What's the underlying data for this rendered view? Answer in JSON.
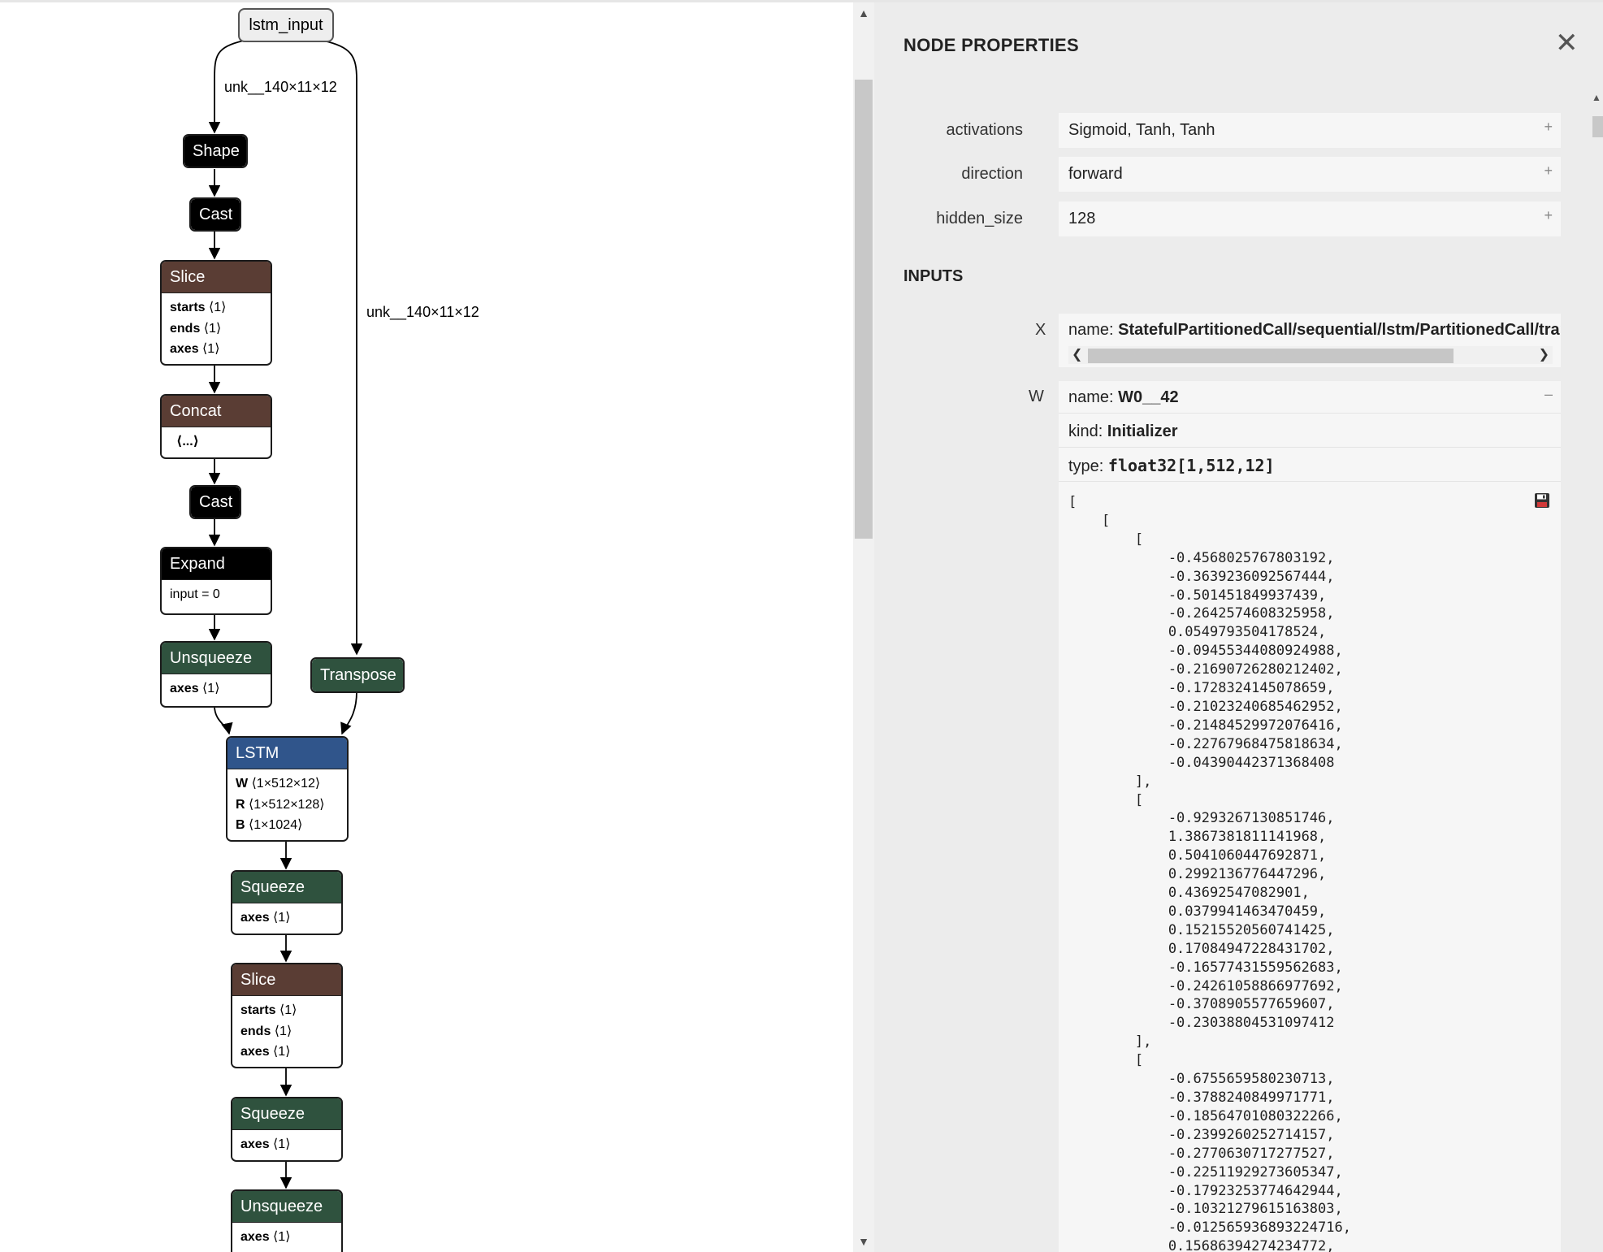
{
  "graph": {
    "input_label": "lstm_input",
    "edge_label_left": "unk__140×11×12",
    "edge_label_right": "unk__140×11×12",
    "nodes": {
      "shape": {
        "title": "Shape"
      },
      "cast1": {
        "title": "Cast"
      },
      "slice1": {
        "title": "Slice",
        "attrs": [
          {
            "k": "starts",
            "v": "⟨1⟩"
          },
          {
            "k": "ends",
            "v": "⟨1⟩"
          },
          {
            "k": "axes",
            "v": "⟨1⟩"
          }
        ]
      },
      "concat": {
        "title": "Concat",
        "attrs_text": "⟨...⟩"
      },
      "cast2": {
        "title": "Cast"
      },
      "expand": {
        "title": "Expand",
        "attrs_text": "input = 0"
      },
      "unsqueeze1": {
        "title": "Unsqueeze",
        "attrs": [
          {
            "k": "axes",
            "v": "⟨1⟩"
          }
        ]
      },
      "transpose": {
        "title": "Transpose"
      },
      "lstm": {
        "title": "LSTM",
        "attrs": [
          {
            "k": "W",
            "v": "⟨1×512×12⟩"
          },
          {
            "k": "R",
            "v": "⟨1×512×128⟩"
          },
          {
            "k": "B",
            "v": "⟨1×1024⟩"
          }
        ]
      },
      "squeeze1": {
        "title": "Squeeze",
        "attrs": [
          {
            "k": "axes",
            "v": "⟨1⟩"
          }
        ]
      },
      "slice2": {
        "title": "Slice",
        "attrs": [
          {
            "k": "starts",
            "v": "⟨1⟩"
          },
          {
            "k": "ends",
            "v": "⟨1⟩"
          },
          {
            "k": "axes",
            "v": "⟨1⟩"
          }
        ]
      },
      "squeeze2": {
        "title": "Squeeze",
        "attrs": [
          {
            "k": "axes",
            "v": "⟨1⟩"
          }
        ]
      },
      "unsqueeze2": {
        "title": "Unsqueeze",
        "attrs": [
          {
            "k": "axes",
            "v": "⟨1⟩"
          }
        ]
      }
    }
  },
  "sidebar": {
    "title": "NODE PROPERTIES",
    "close_icon": "✕",
    "attributes": [
      {
        "name": "activations",
        "value": "Sigmoid, Tanh, Tanh"
      },
      {
        "name": "direction",
        "value": "forward"
      },
      {
        "name": "hidden_size",
        "value": "128"
      }
    ],
    "expand_glyph": "+",
    "collapse_glyph": "–",
    "inputs_title": "INPUTS",
    "inputs": {
      "x": {
        "label": "X",
        "name_key": "name: ",
        "name_value": "StatefulPartitionedCall/sequential/lstm/PartitionedCall/transpose"
      },
      "w": {
        "label": "W",
        "name_key": "name: ",
        "name_value": "W0__42",
        "kind_key": "kind: ",
        "kind_value": "Initializer",
        "type_key": "type: ",
        "type_value": "float32[1,512,12]",
        "tensor_text": "[\n    [\n        [\n            -0.4568025767803192,\n            -0.3639236092567444,\n            -0.501451849937439,\n            -0.2642574608325958,\n            0.0549793504178524,\n            -0.09455344080924988,\n            -0.21690726280212402,\n            -0.1728324145078659,\n            -0.21023240685462952,\n            -0.21484529972076416,\n            -0.22767968475818634,\n            -0.04390442371368408\n        ],\n        [\n            -0.9293267130851746,\n            1.3867381811141968,\n            0.5041060447692871,\n            0.2992136776447296,\n            0.43692547082901,\n            0.0379941463470459,\n            0.15215520560741425,\n            0.17084947228431702,\n            -0.16577431559562683,\n            -0.24261058866977692,\n            -0.3708905577659607,\n            -0.23038804531097412\n        ],\n        [\n            -0.6755659580230713,\n            -0.3788240849971771,\n            -0.18564701080322266,\n            -0.2399260252714157,\n            -0.2770630717277527,\n            -0.22511929273605347,\n            -0.17923253774642944,\n            -0.10321279615163803,\n            -0.012565936893224716,\n            0.15686394274234772,"
      }
    }
  },
  "icons": {
    "save": "floppy-disk-icon",
    "scroll_up": "▲",
    "scroll_down": "▼",
    "scroll_left": "❮",
    "scroll_right": "❯"
  }
}
